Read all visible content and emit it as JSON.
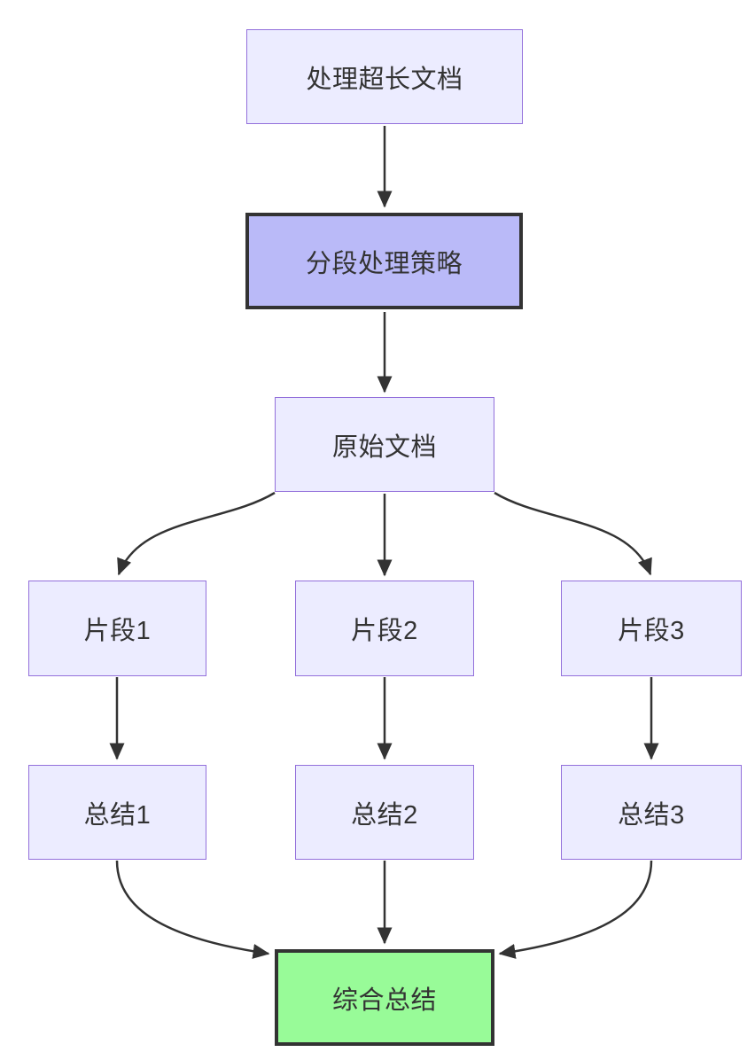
{
  "diagram": {
    "type": "flowchart-top-down",
    "background": "#FFFFFF",
    "edge_color": "#333333",
    "nodes": [
      {
        "id": "A",
        "label": "处理超长文档",
        "fill": "#ECECFF",
        "border": "#9370DB",
        "style": "default"
      },
      {
        "id": "B",
        "label": "分段处理策略",
        "fill": "#BABAF8",
        "border": "#333333",
        "style": "emphasis"
      },
      {
        "id": "C",
        "label": "原始文档",
        "fill": "#ECECFF",
        "border": "#9370DB",
        "style": "default"
      },
      {
        "id": "D1",
        "label": "片段1",
        "fill": "#ECECFF",
        "border": "#9370DB",
        "style": "default"
      },
      {
        "id": "D2",
        "label": "片段2",
        "fill": "#ECECFF",
        "border": "#9370DB",
        "style": "default"
      },
      {
        "id": "D3",
        "label": "片段3",
        "fill": "#ECECFF",
        "border": "#9370DB",
        "style": "default"
      },
      {
        "id": "E1",
        "label": "总结1",
        "fill": "#ECECFF",
        "border": "#9370DB",
        "style": "default"
      },
      {
        "id": "E2",
        "label": "总结2",
        "fill": "#ECECFF",
        "border": "#9370DB",
        "style": "default"
      },
      {
        "id": "E3",
        "label": "总结3",
        "fill": "#ECECFF",
        "border": "#9370DB",
        "style": "default"
      },
      {
        "id": "F",
        "label": "综合总结",
        "fill": "#98FB98",
        "border": "#333333",
        "style": "success"
      }
    ],
    "edges": [
      {
        "from": "A",
        "to": "B"
      },
      {
        "from": "B",
        "to": "C"
      },
      {
        "from": "C",
        "to": "D1"
      },
      {
        "from": "C",
        "to": "D2"
      },
      {
        "from": "C",
        "to": "D3"
      },
      {
        "from": "D1",
        "to": "E1"
      },
      {
        "from": "D2",
        "to": "E2"
      },
      {
        "from": "D3",
        "to": "E3"
      },
      {
        "from": "E1",
        "to": "F"
      },
      {
        "from": "E2",
        "to": "F"
      },
      {
        "from": "E3",
        "to": "F"
      }
    ]
  }
}
